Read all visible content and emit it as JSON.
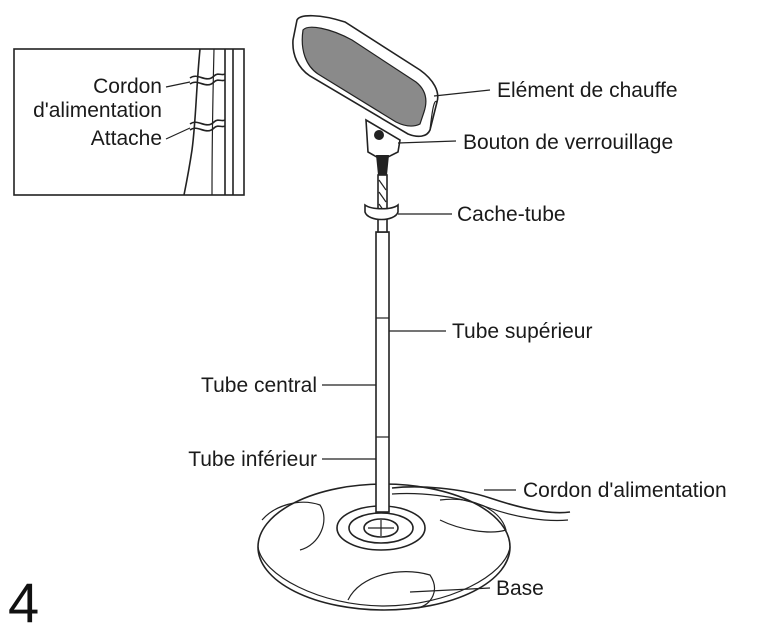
{
  "step_number": "4",
  "inset": {
    "cord_label_1": "Cordon",
    "cord_label_2": "d'alimentation",
    "tie_label": "Attache"
  },
  "labels": {
    "heating_element": "Elément de chauffe",
    "lock_button": "Bouton de verrouillage",
    "tube_cover": "Cache-tube",
    "upper_tube": "Tube supérieur",
    "central_tube": "Tube central",
    "lower_tube": "Tube inférieur",
    "power_cord": "Cordon d'alimentation",
    "base": "Base"
  },
  "colors": {
    "line": "#222222",
    "heater_panel": "#8a8a8a",
    "background": "#ffffff"
  }
}
